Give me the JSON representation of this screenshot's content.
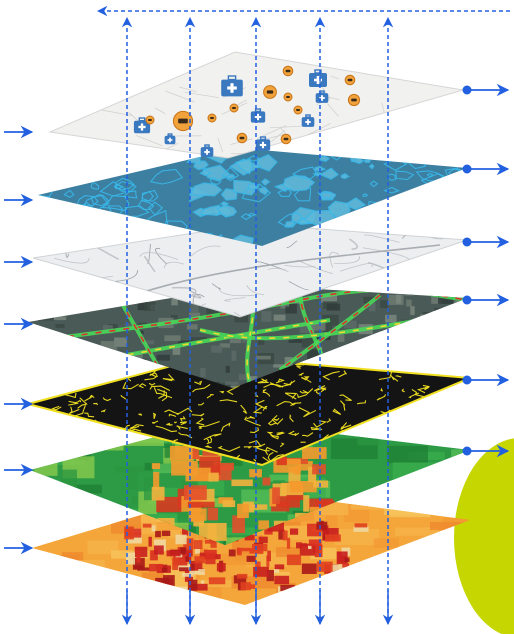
{
  "diagram": {
    "title": "",
    "layers": [
      {
        "theme": "points-of-interest",
        "colors": {
          "fill": "#f1f1ef",
          "stroke": "#c9c9c9"
        },
        "icons": {
          "medical": "medical-kit-icon",
          "poi": "location-pin-icon"
        }
      },
      {
        "theme": "blue-polygons",
        "colors": {
          "fill": "#3d7fa0",
          "stroke": "#39b8ea"
        }
      },
      {
        "theme": "road-base-map",
        "colors": {
          "fill": "#eceef0",
          "stroke": "#b0b4b8"
        }
      },
      {
        "theme": "satellite-traffic",
        "colors": {
          "fill": "#4a5a57",
          "stroke": "#48d858"
        }
      },
      {
        "theme": "yellow-network",
        "colors": {
          "fill": "#141414",
          "stroke": "#f0e020"
        }
      },
      {
        "theme": "green-heatmap",
        "colors": {
          "fill": "#2d9b45",
          "stroke": "#d83820"
        }
      },
      {
        "theme": "orange-heatmap",
        "colors": {
          "fill": "#f4a63a",
          "stroke": "#c81e1e"
        }
      }
    ],
    "arrow_color": "#2260e0",
    "accent_shape_color": "#c6d600"
  }
}
